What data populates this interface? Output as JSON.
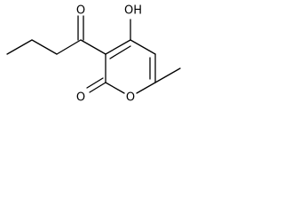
{
  "molecule": {
    "atoms": {
      "hydroxyl": "OH",
      "ketone_oxygen": "O",
      "lactone_carbonyl_oxygen": "O",
      "ring_oxygen": "O"
    }
  }
}
